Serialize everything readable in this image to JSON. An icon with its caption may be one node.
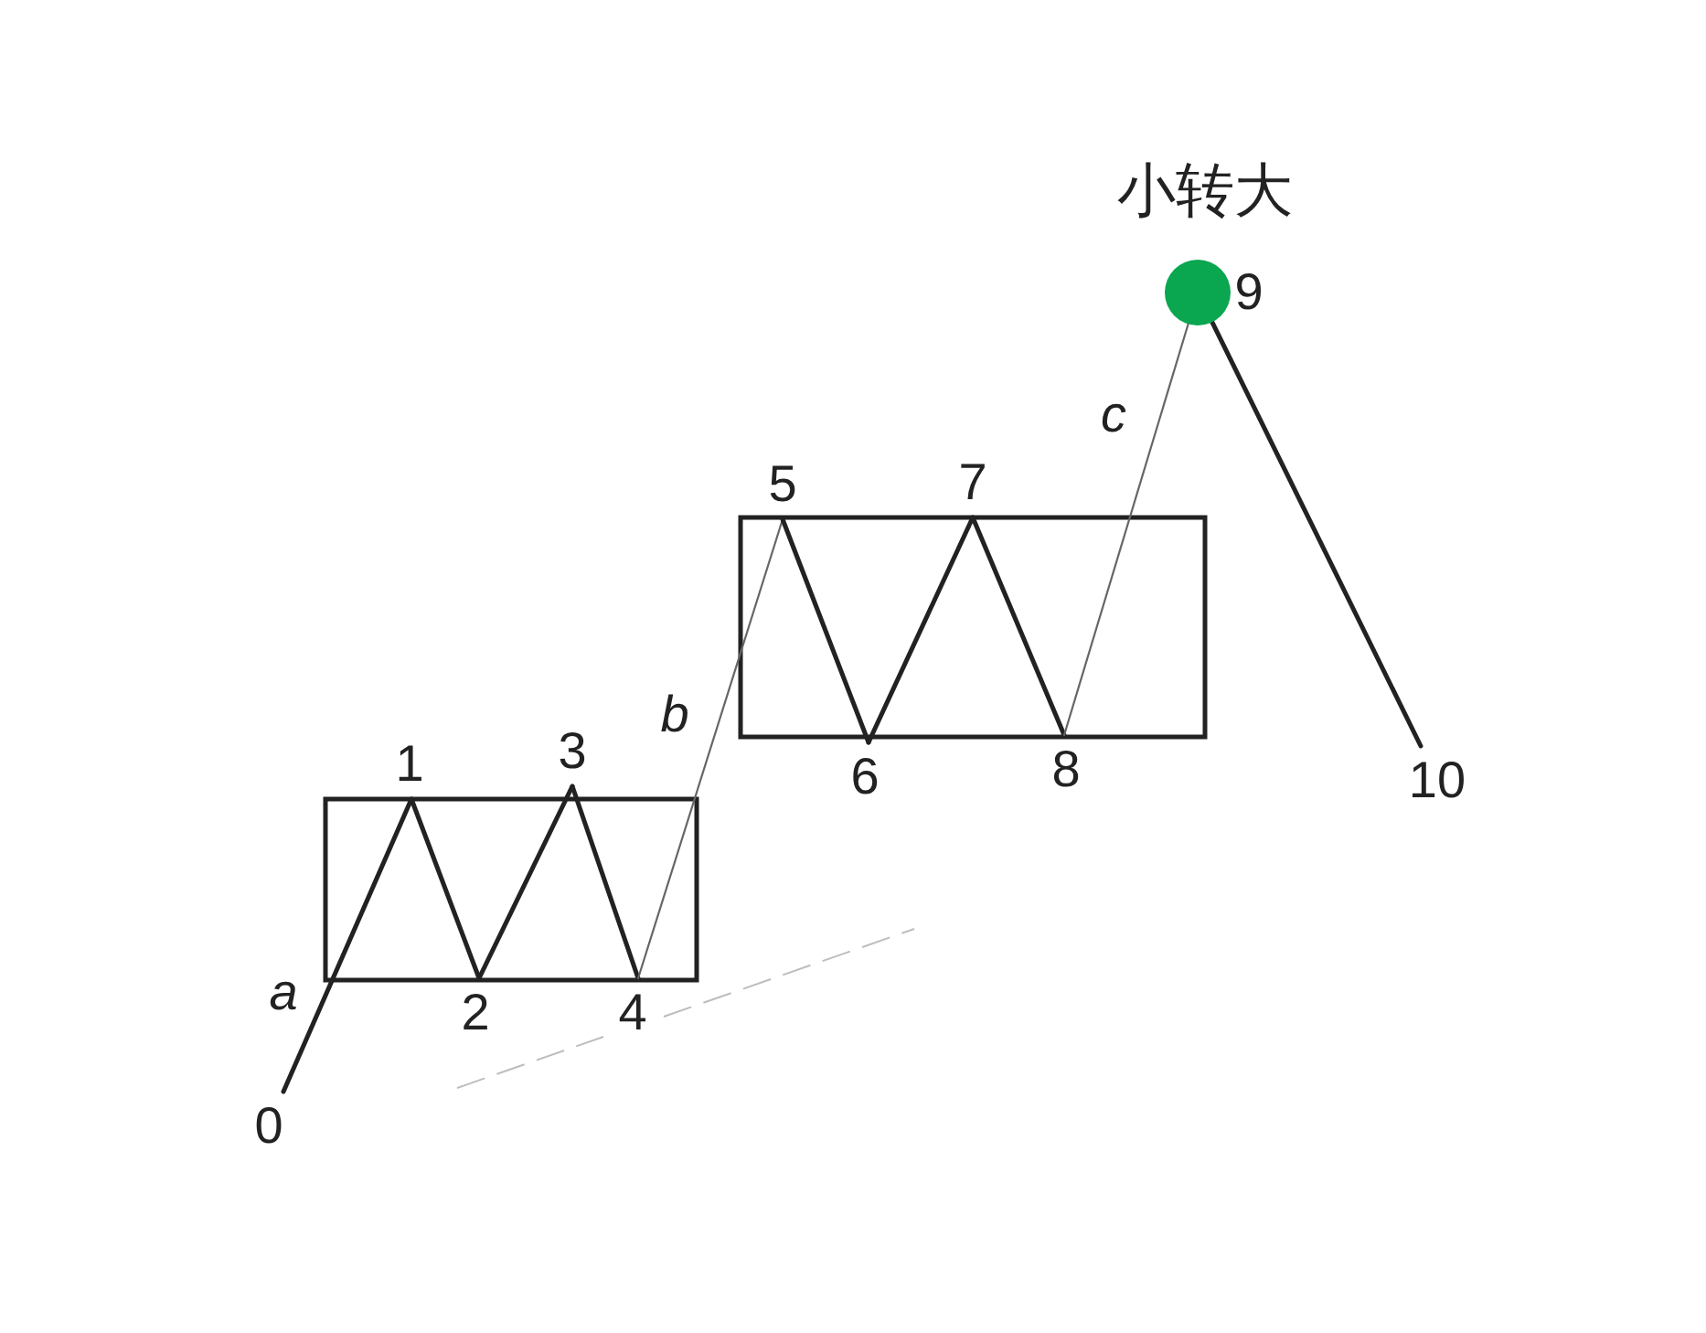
{
  "diagram": {
    "nodes": [
      {
        "text": [
          "0"
        ]
      },
      {
        "text": [
          "1"
        ]
      },
      {
        "text": [
          "2"
        ]
      },
      {
        "text": [
          "3"
        ]
      },
      {
        "text": [
          "4"
        ]
      },
      {
        "text": [
          "5"
        ]
      },
      {
        "text": [
          "6"
        ]
      },
      {
        "text": [
          "7"
        ]
      },
      {
        "text": [
          "8"
        ]
      },
      {
        "text": [
          "小转大"
        ],
        "beside": [
          "9"
        ]
      },
      {
        "text": [
          "10"
        ]
      }
    ],
    "edges": [
      {
        "from": 0,
        "to": 1,
        "arrow": "none",
        "label": "a"
      },
      {
        "from": 1,
        "to": 2,
        "arrow": "none"
      },
      {
        "from": 2,
        "to": 3,
        "arrow": "none"
      },
      {
        "from": 3,
        "to": 4,
        "arrow": "none"
      },
      {
        "from": 4,
        "to": 5,
        "arrow": "none",
        "label": "b",
        "color": "#666666"
      },
      {
        "from": 5,
        "to": 6,
        "arrow": "none"
      },
      {
        "from": 6,
        "to": 7,
        "arrow": "none"
      },
      {
        "from": 7,
        "to": 8,
        "arrow": "none"
      },
      {
        "from": 8,
        "to": 9,
        "arrow": "none",
        "label": "c",
        "color": "#666666"
      },
      {
        "from": 9,
        "to": 10,
        "arrow": "none"
      }
    ]
  }
}
